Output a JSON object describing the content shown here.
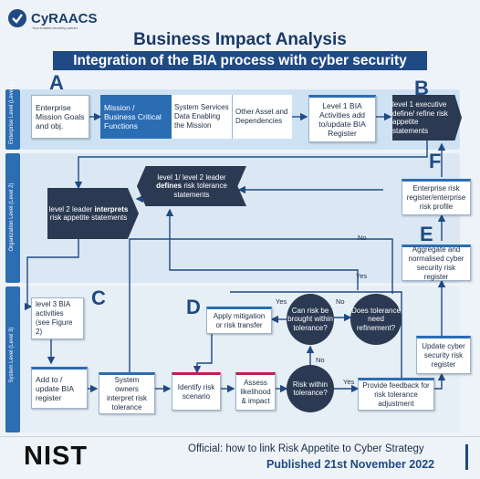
{
  "brand": {
    "name": "CyRAACS",
    "tagline": "Your trusted security partner"
  },
  "title": "Business Impact Analysis",
  "subtitle": "Integration of the BIA process with cyber security",
  "levels": {
    "enterprise": "Enterprise Level (Level 1)",
    "organization": "Organization Level (Level 2)",
    "system": "System Level (Level 3)"
  },
  "section_letters": {
    "a": "A",
    "b": "B",
    "c": "C",
    "d": "D",
    "e": "E",
    "f": "F"
  },
  "nodes": {
    "mission_goals": "Enterprise Mission Goals and obj.",
    "mission_critical": "Mission / Business Critical Functions",
    "system_services": "System Services Data Enabling the Mission",
    "other_assets": "Other Asset and Dependencies",
    "l1_bia": "Level 1 BIA Activities add to/update BIA Register",
    "l1_exec": "level 1 executive define/ refine risk appetite statements",
    "l1l2_leader_pre": "level 1/ level 2 leader",
    "l1l2_leader_bold": "defines",
    "l1l2_leader_post": "risk tolerance statements",
    "l2_leader_pre": "level 2 leader",
    "l2_leader_bold": "interprets",
    "l2_leader_post": "risk appetite statements",
    "enterprise_register": "Enterprise risk register/enterprise risk profile",
    "aggregate": "Aggregate and normalised cyber security risk register",
    "l3_bia": "level 3 BIA activities (see Figure 2)",
    "add_update": "Add to / update BIA register",
    "system_owners": "System owners interpret risk tolerance",
    "identify": "Identify risk scenario",
    "assess": "Assess likelihood & impact",
    "within": "Risk within tolerance?",
    "feedback": "Provide feedback for risk tolerance adjustment",
    "update_register": "Update cyber security risk register",
    "apply": "Apply mitigation or risk transfer",
    "can_bring": "Can risk be brought within tolerance?",
    "refine": "Does tolerance need refinement?"
  },
  "edges": {
    "yes_apply": "Yes",
    "no_refine": "No",
    "no_within": "No",
    "yes_feedback": "Yes",
    "yes_to_l1l2": "Yes",
    "no_top": "No"
  },
  "footer": {
    "org": "NIST",
    "line1": "Official: how to link Risk Appetite to Cyber Strategy",
    "line2": "Published 21st November 2022"
  },
  "colors": {
    "navy": "#1f4a83",
    "band_top": "#cfe2f3",
    "accent_red": "#c21f4f",
    "dark_node": "#2b3a52"
  }
}
